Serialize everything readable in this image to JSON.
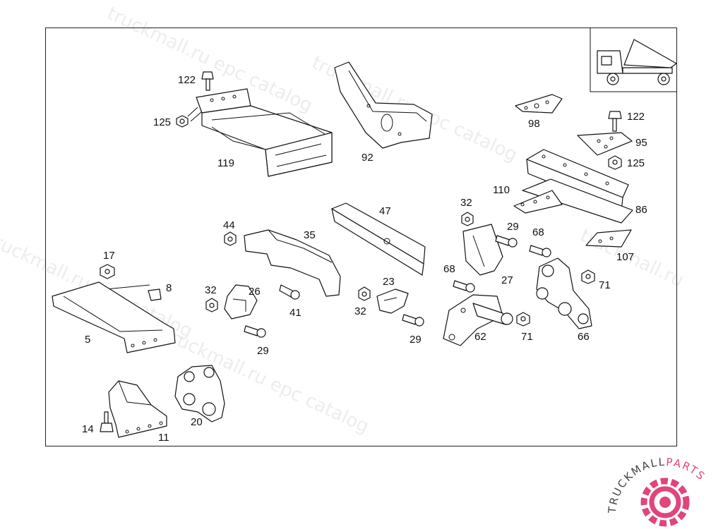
{
  "diagram": {
    "part_numbers": {
      "p122a": "122",
      "p125a": "125",
      "p119": "119",
      "p92": "92",
      "p98": "98",
      "p122b": "122",
      "p95": "95",
      "p125b": "125",
      "p110": "110",
      "p86": "86",
      "p107": "107",
      "p47": "47",
      "p44": "44",
      "p35": "35",
      "p32a": "32",
      "p29a": "29",
      "p68a": "68",
      "p27": "27",
      "p68b": "68",
      "p71a": "71",
      "p17": "17",
      "p8": "8",
      "p5": "5",
      "p32b": "32",
      "p26": "26",
      "p41": "41",
      "p29b": "29",
      "p23": "23",
      "p32c": "32",
      "p29c": "29",
      "p62": "62",
      "p71b": "71",
      "p66": "66",
      "p20": "20",
      "p14": "14",
      "p11": "11"
    }
  },
  "watermarks": {
    "w1": "truckmall.ru epc catalog",
    "w2": "truckmall.ru epc catalog",
    "w3": "truckmall.ru epc catalog",
    "w4": "truckmall.ru epc catalog",
    "w5": "truckmall.ru"
  },
  "brand": {
    "name_a": "TRUCKMALL",
    "name_b": "PARTS",
    "accent": "#e0457b"
  }
}
